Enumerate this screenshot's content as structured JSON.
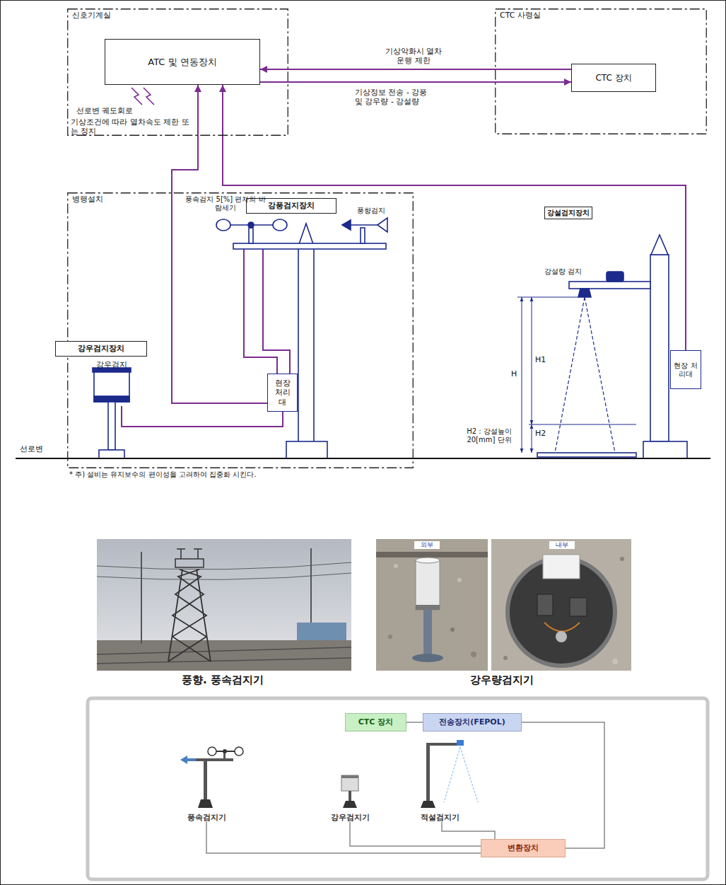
{
  "diagram": {
    "nodes": [
      {
        "text": [
          "신호기계실"
        ]
      },
      {
        "text": [
          "ATC 및 연동장치"
        ],
        "in": 0
      },
      {
        "text": [
          "CTC 사령실"
        ]
      },
      {
        "text": [
          "CTC 장치"
        ],
        "in": 2
      },
      {
        "text": [
          "병행설치"
        ]
      },
      {
        "text": [
          "강풍검지장치"
        ],
        "in": 4
      },
      {
        "text": [
          "강우검지장치"
        ],
        "in": 4
      },
      {
        "text": [
          "강우검지"
        ],
        "in": 4
      },
      {
        "text": [
          "현장 처리대"
        ],
        "in": 4
      },
      {
        "text": [
          "강설검지장치"
        ]
      },
      {
        "text": [
          "현장 처리대"
        ]
      },
      {
        "text": [
          "CTC 장치"
        ]
      },
      {
        "text": [
          "전송장치(FEPOL)"
        ]
      },
      {
        "text": [
          "풍속검지기"
        ]
      },
      {
        "text": [
          "강우검지기"
        ]
      },
      {
        "text": [
          "적설검지기"
        ]
      },
      {
        "text": [
          "변환장치"
        ]
      }
    ],
    "edges": [
      {
        "from": 3,
        "to": 1,
        "arrow": "to",
        "label": "기상악화시 열차운행 제한"
      },
      {
        "from": 1,
        "to": 3,
        "arrow": "to",
        "label": "기상정보 전송 - 강풍 및 강우량 - 강설량"
      },
      {
        "from": 8,
        "to": 1,
        "arrow": "to"
      },
      {
        "from": 10,
        "to": 1,
        "arrow": "to"
      },
      {
        "from": 7,
        "to": 8,
        "arrow": "none"
      },
      {
        "from": 11,
        "to": 12,
        "arrow": "none"
      },
      {
        "from": 16,
        "to": 12,
        "arrow": "none"
      },
      {
        "from": 13,
        "to": 16,
        "arrow": "none"
      },
      {
        "from": 14,
        "to": 16,
        "arrow": "none"
      },
      {
        "from": 15,
        "to": 16,
        "arrow": "none"
      }
    ],
    "labels": [
      "선로변 궤도회로",
      "기상조건에 따라 열차속도 제한 또는 정지",
      "풍속검지 5[%] 편차의 바람세기",
      "풍향검지",
      "강설량 검지",
      "H",
      "H1",
      "H2",
      "H2 : 강설높이 20[mm] 단위",
      "선로변",
      "* 주) 설비는 유지보수의 편이성을 고려하여 집중화 시킨다.",
      "외부",
      "내부",
      "풍향. 풍속검지기",
      "강우량검지기"
    ]
  }
}
